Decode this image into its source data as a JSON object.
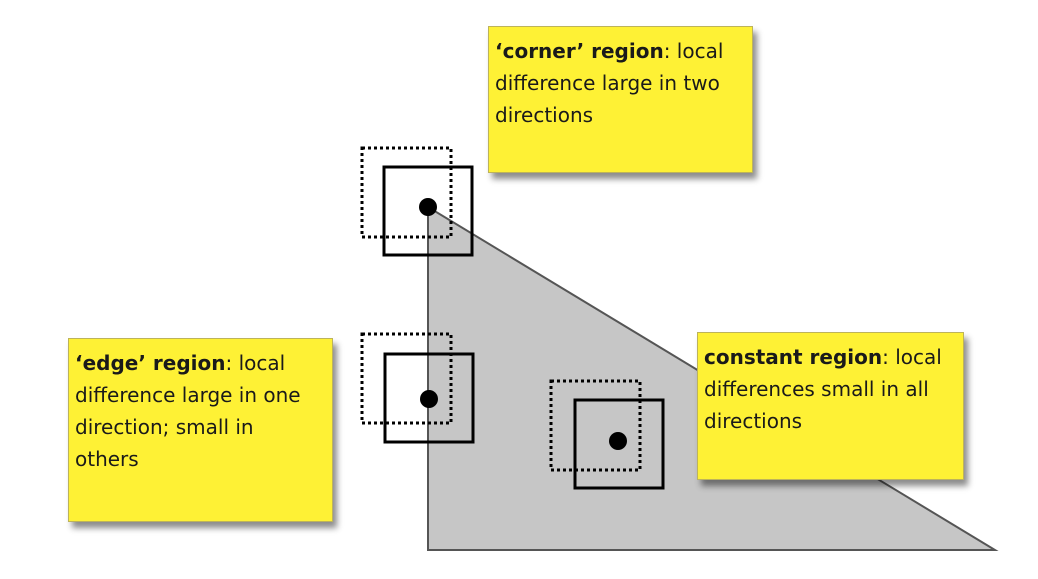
{
  "colors": {
    "note_fill": "#fef135",
    "triangle_fill": "#c6c6c6",
    "stroke": "#000000"
  },
  "notes": {
    "corner": {
      "keyword": "‘corner’ region",
      "line1_rest": ": local",
      "line2": "difference large in two",
      "line3": "directions"
    },
    "edge": {
      "keyword": "‘edge’ region",
      "line1_rest": ": local",
      "line2": "difference large in one",
      "line3": "direction; small in",
      "line4": "others"
    },
    "constant": {
      "keyword": "constant region",
      "line1_rest": ": local",
      "line2": "differences small in all",
      "line3": "directions"
    }
  }
}
